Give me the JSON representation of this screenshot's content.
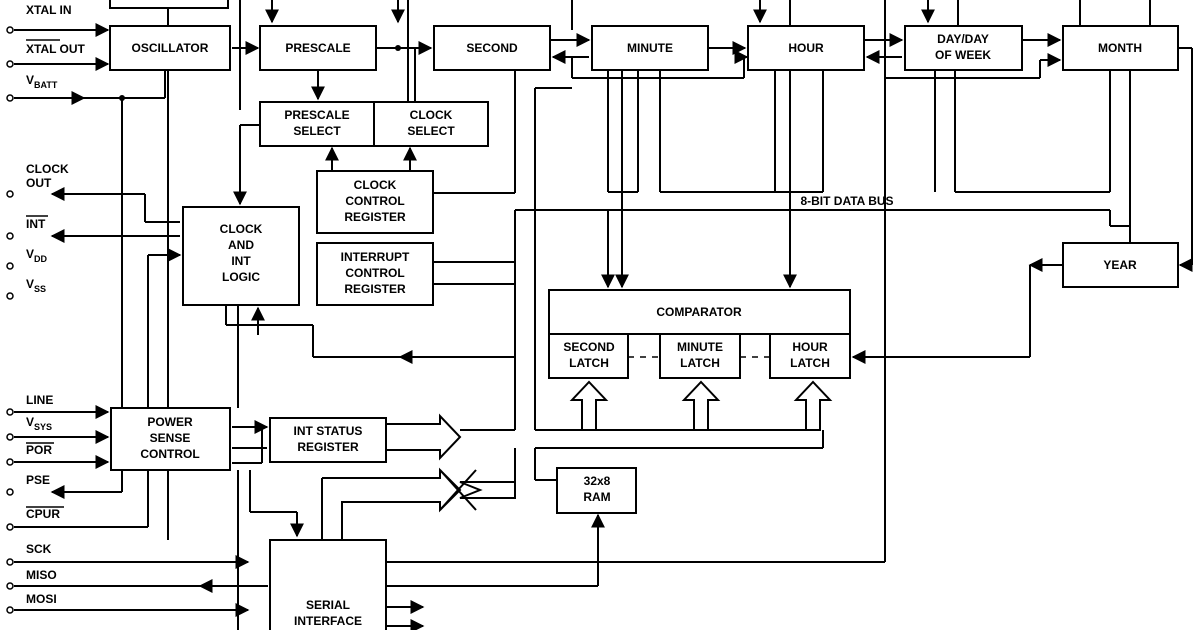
{
  "pins": {
    "xtal_in": "XTAL IN",
    "xtal_out": "XTAL OUT",
    "vbatt": "V",
    "vbatt_sub": "BATT",
    "clock_out_1": "CLOCK",
    "clock_out_2": "OUT",
    "int": "INT",
    "vdd": "V",
    "vdd_sub": "DD",
    "vss": "V",
    "vss_sub": "SS",
    "line": "LINE",
    "vsys": "V",
    "vsys_sub": "SYS",
    "por": "POR",
    "pse": "PSE",
    "cpur": "CPUR",
    "sck": "SCK",
    "miso": "MISO",
    "mosi": "MOSI"
  },
  "blocks": {
    "oscillator": "OSCILLATOR",
    "prescale": "PRESCALE",
    "second": "SECOND",
    "minute": "MINUTE",
    "hour": "HOUR",
    "day_1": "DAY/DAY",
    "day_2": "OF WEEK",
    "month": "MONTH",
    "year": "YEAR",
    "prescale_select_1": "PRESCALE",
    "prescale_select_2": "SELECT",
    "clock_select_1": "CLOCK",
    "clock_select_2": "SELECT",
    "clock_control_1": "CLOCK",
    "clock_control_2": "CONTROL",
    "clock_control_3": "REGISTER",
    "interrupt_control_1": "INTERRUPT",
    "interrupt_control_2": "CONTROL",
    "interrupt_control_3": "REGISTER",
    "clock_int_1": "CLOCK",
    "clock_int_2": "AND",
    "clock_int_3": "INT",
    "clock_int_4": "LOGIC",
    "comparator": "COMPARATOR",
    "second_latch_1": "SECOND",
    "second_latch_2": "LATCH",
    "minute_latch_1": "MINUTE",
    "minute_latch_2": "LATCH",
    "hour_latch_1": "HOUR",
    "hour_latch_2": "LATCH",
    "power_sense_1": "POWER",
    "power_sense_2": "SENSE",
    "power_sense_3": "CONTROL",
    "int_status_1": "INT STATUS",
    "int_status_2": "REGISTER",
    "ram_1": "32x8",
    "ram_2": "RAM",
    "serial_1": "SERIAL",
    "serial_2": "INTERFACE"
  },
  "bus_label": "8-BIT DATA BUS"
}
